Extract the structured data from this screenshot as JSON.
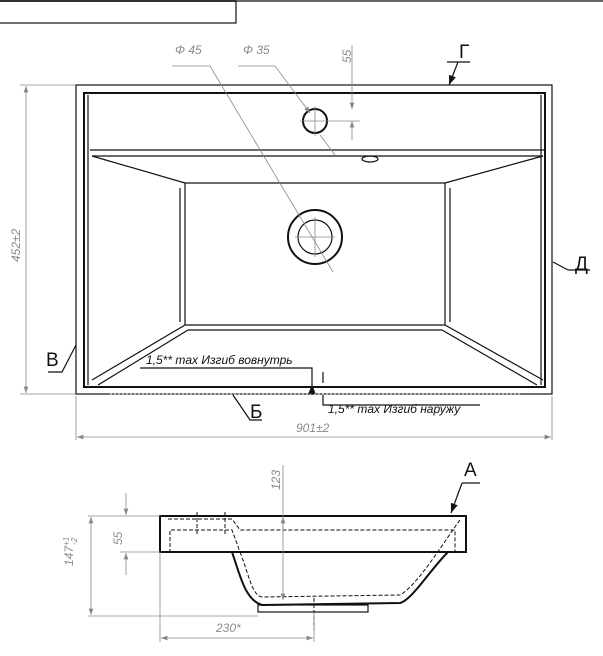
{
  "top_view": {
    "dim_hole_large": "Φ 45",
    "dim_hole_small": "Φ 35",
    "dim_offset": "55",
    "dim_depth": "452±2",
    "dim_width": "901±2",
    "note_inward": "1,5** max Изгиб вовнутрь",
    "note_outward": "1,5** max Изгиб наружу",
    "view_labels": {
      "g": "Г",
      "d": "Д",
      "v": "В",
      "b": "Б"
    }
  },
  "side_view": {
    "dim_height": "147",
    "dim_height_tol_plus": "+1",
    "dim_height_tol_minus": "-2",
    "dim_rim": "55",
    "dim_bowl": "123",
    "dim_drain_offset": "230*",
    "view_label_a": "А"
  }
}
